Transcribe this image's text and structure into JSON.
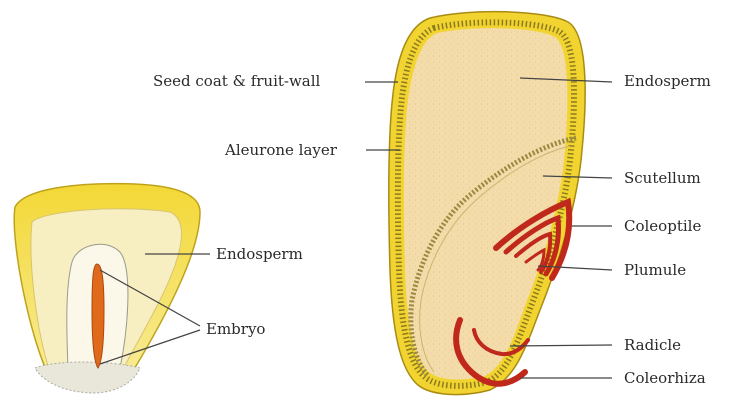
{
  "labels": {
    "seed_coat": "Seed coat & fruit-wall",
    "aleurone": "Aleurone layer",
    "endosperm_maize": "Endosperm",
    "scutellum": "Scutellum",
    "coleoptile": "Coleoptile",
    "plumule": "Plumule",
    "radicle": "Radicle",
    "coleorhiza": "Coleorhiza",
    "endosperm_bean": "Endosperm",
    "embryo": "Embryo"
  },
  "colors": {
    "seed_coat": "#e6c92e",
    "endosperm_fill": "#f5deb0",
    "coleoptile_red": "#c0281c",
    "embryo_orange": "#e06a1c",
    "line": "#444444"
  }
}
